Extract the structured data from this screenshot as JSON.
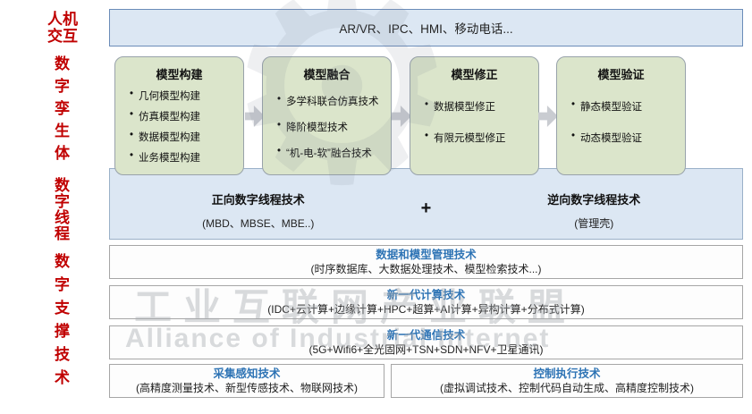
{
  "left_labels": {
    "hmi": "人机交互",
    "twin": "数字孪生体",
    "thread": "数字线程",
    "support": "数字支撑技术"
  },
  "top_bar": {
    "text": "AR/VR、IPC、HMI、移动电话..."
  },
  "model_boxes": [
    {
      "title": "模型构建",
      "items": [
        "几何模型构建",
        "仿真模型构建",
        "数据模型构建",
        "业务模型构建"
      ]
    },
    {
      "title": "模型融合",
      "items": [
        "多学科联合仿真技术",
        "降阶模型技术",
        "“机-电-软”融合技术"
      ]
    },
    {
      "title": "模型修正",
      "items": [
        "数据模型修正",
        "有限元模型修正"
      ]
    },
    {
      "title": "模型验证",
      "items": [
        "静态模型验证",
        "动态模型验证"
      ]
    }
  ],
  "thread_box": {
    "left_title": "正向数字线程技术",
    "left_sub": "(MBD、MBSE、MBE..)",
    "plus": "+",
    "right_title": "逆向数字线程技术",
    "right_sub": "(管理壳)"
  },
  "support_bars": [
    {
      "title": "数据和模型管理技术",
      "sub": "(时序数据库、大数据处理技术、模型检索技术...)"
    },
    {
      "title": "新一代计算技术",
      "sub": "(IDC+云计算+边缘计算+HPC+超算+AI计算+异构计算+分布式计算)"
    },
    {
      "title": "新一代通信技术",
      "sub": "(5G+Wifi6+全光固网+TSN+SDN+NFV+卫星通讯)"
    }
  ],
  "bottom_boxes": [
    {
      "title": "采集感知技术",
      "sub": "(高精度测量技术、新型传感技术、物联网技术)"
    },
    {
      "title": "控制执行技术",
      "sub": "(虚拟调试技术、控制代码自动生成、高精度控制技术)"
    }
  ],
  "watermark": {
    "gear_icon": "⚙",
    "line1": "工业互联网产业联盟",
    "line2": "Alliance of Industrial Internet"
  },
  "colors": {
    "label_red": "#c00000",
    "box_green": "#dbe5cb",
    "panel_blue": "#dce7f3",
    "title_blue": "#2e74b5"
  }
}
